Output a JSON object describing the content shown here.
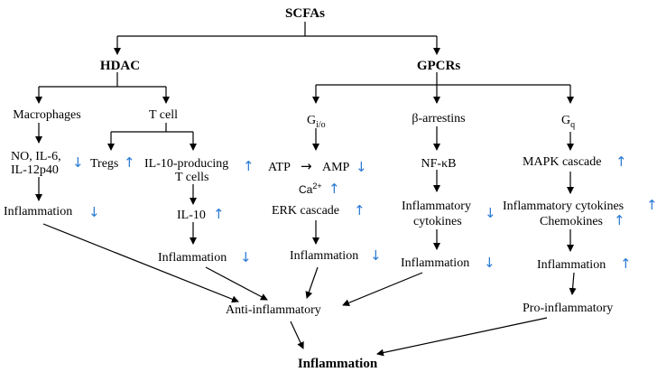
{
  "colors": {
    "up_arrow": "#2a7ad5",
    "down_arrow": "#2a7ad5",
    "line": "#000000"
  },
  "glyphs": {
    "up": "↑",
    "down": "↓"
  },
  "nodes": {
    "scfas": "SCFAs",
    "hdac": "HDAC",
    "gpcrs": "GPCRs",
    "macrophages": "Macrophages",
    "t_cell": "T cell",
    "no_il6": "NO, IL-6,",
    "il12p40": "IL-12p40",
    "tregs": "Tregs",
    "il10_producing": "IL-10-producing",
    "t_cells": "T cells",
    "il10": "IL-10",
    "inflammation_left": "Inflammation",
    "inflammation_tcell": "Inflammation",
    "gio_base": "G",
    "gio_sub": "i/o",
    "atp": "ATP",
    "atp_arrow": "→",
    "amp": "AMP",
    "ca_base": "Ca",
    "ca_sup": "2+",
    "erk": "ERK cascade",
    "inflammation_gio": "Inflammation",
    "beta_arrestins": "β-arrestins",
    "nfkb": "NF-κB",
    "inflammatory": "Inflammatory",
    "cytokines": "cytokines",
    "inflammation_beta": "Inflammation",
    "gq_base": "G",
    "gq_sub": "q",
    "mapk": "MAPK cascade",
    "inflam_cytokines": "Inflammatory cytokines",
    "chemokines": "Chemokines",
    "inflammation_gq": "Inflammation",
    "anti_inflammatory": "Anti-inflammatory",
    "pro_inflammatory": "Pro-inflammatory",
    "inflammation_final": "Inflammation"
  }
}
